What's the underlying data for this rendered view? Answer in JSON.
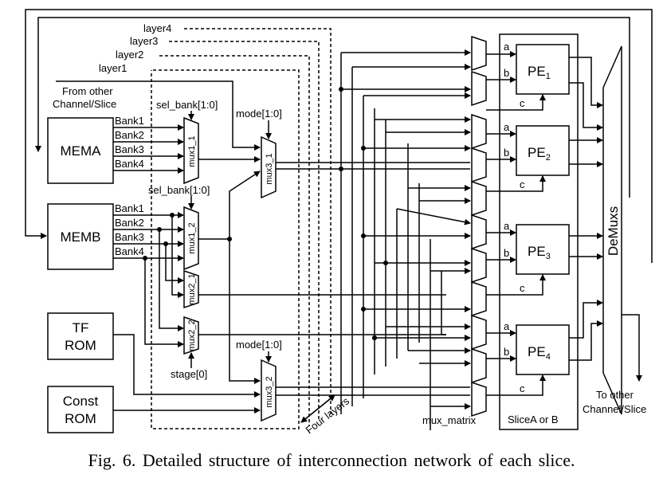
{
  "diagram": {
    "layers": [
      "layer1",
      "layer2",
      "layer3",
      "layer4"
    ],
    "from_other": [
      "From other",
      "Channel/Slice"
    ],
    "sel_bank_1": "sel_bank[1:0]",
    "sel_bank_2": "sel_bank[1:0]",
    "mode_1": "mode[1:0]",
    "mode_2": "mode[1:0]",
    "stage": "stage[0]",
    "mema": "MEMA",
    "memb": "MEMB",
    "tf_rom": [
      "TF",
      "ROM"
    ],
    "const_rom": [
      "Const",
      "ROM"
    ],
    "mema_banks": [
      "Bank1",
      "Bank2",
      "Bank3",
      "Bank4"
    ],
    "memb_banks": [
      "Bank1",
      "Bank2",
      "Bank3",
      "Bank4"
    ],
    "mux1_1": "mux1_1",
    "mux1_2": "mux1_2",
    "mux2_1": "mux2_1",
    "mux2_2": "mux2_2",
    "mux3_1": "mux3_1",
    "mux3_2": "mux3_2",
    "pe_base": "PE",
    "pe_subs": [
      "1",
      "2",
      "3",
      "4"
    ],
    "port_a": "a",
    "port_b": "b",
    "port_c": "c",
    "demuxes": "DeMuxs",
    "slice_label": "SliceA or B",
    "mux_matrix": "mux_matrix",
    "four_layers": "Four layers",
    "to_other": [
      "To other",
      "Channel/Slice"
    ]
  },
  "caption": "Fig. 6.   Detailed structure of interconnection network of each slice."
}
